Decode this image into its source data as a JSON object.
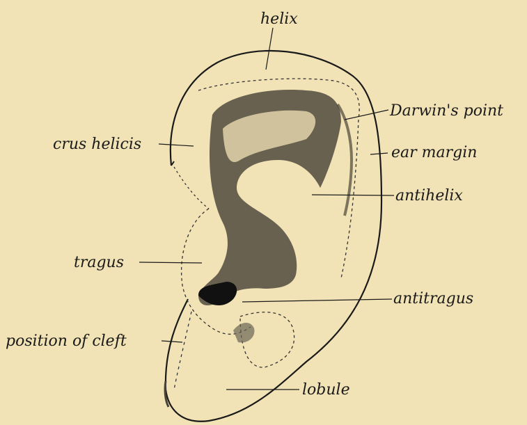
{
  "labels": {
    "helix": "helix",
    "darwins_point": "Darwin's point",
    "crus_helicis": "crus helicis",
    "ear_margin": "ear margin",
    "antihelix": "antihelix",
    "tragus": "tragus",
    "antitragus": "antitragus",
    "position_of_cleft": "position of cleft",
    "lobule": "lobule"
  },
  "colors": {
    "background": "#f1e3b5",
    "ink": "#1a1a1a",
    "shade": "#4a4438"
  }
}
